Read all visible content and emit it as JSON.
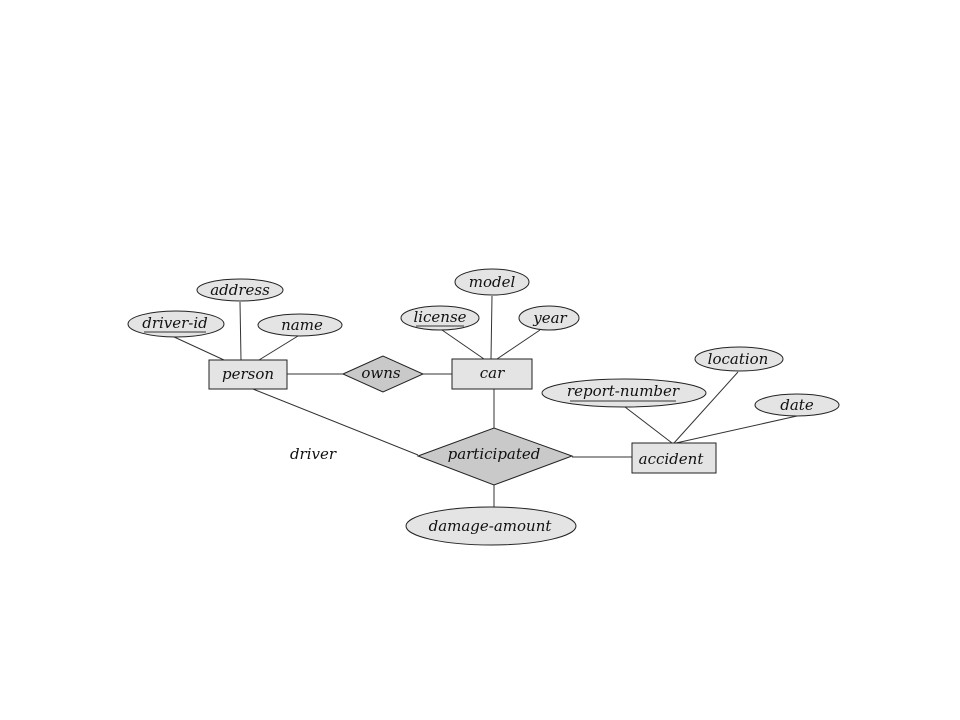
{
  "entities": {
    "person": "person",
    "car": "car",
    "accident": "accident"
  },
  "relationships": {
    "owns": "owns",
    "participated": "participated"
  },
  "attributes": {
    "address": "address",
    "driver_id": "driver-id",
    "name": "name",
    "model": "model",
    "license": "license",
    "year": "year",
    "location": "location",
    "report_number": "report-number",
    "date": "date",
    "damage_amount": "damage-amount"
  },
  "roles": {
    "driver": "driver"
  }
}
